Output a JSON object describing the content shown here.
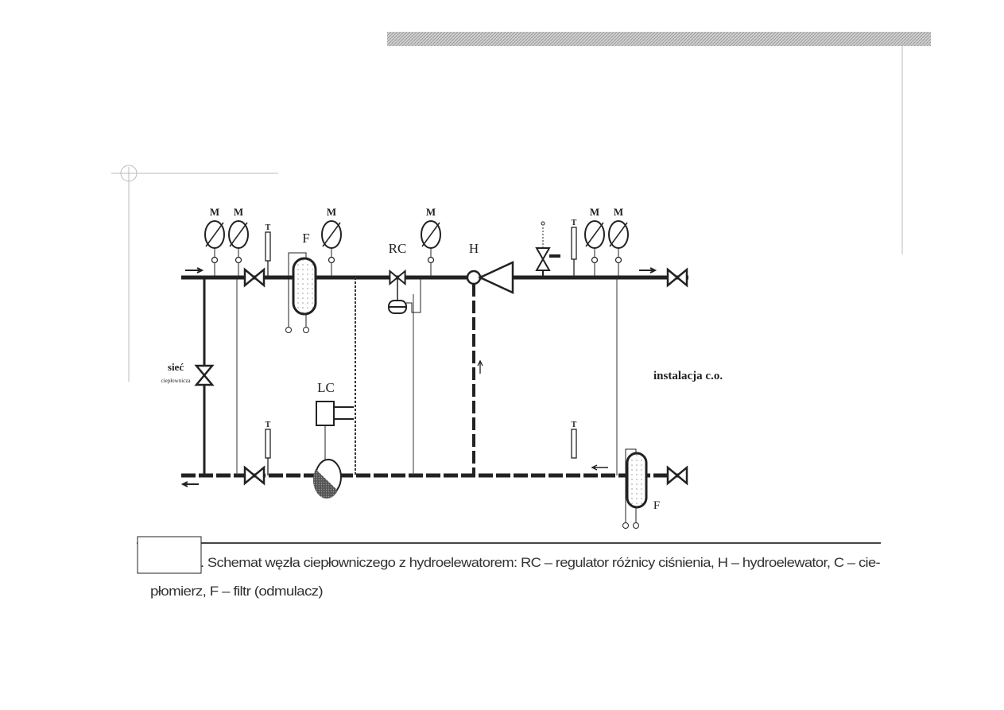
{
  "diagram": {
    "labels": {
      "gauge": "M",
      "thermometer": "T",
      "filter": "F",
      "regulator": "RC",
      "hydroelevator": "H",
      "heat_meter": "LC",
      "network_line1": "sieć",
      "network_line2": "ciepłownicza",
      "installation": "instalacja c.o."
    },
    "caption": {
      "line1": ". Schemat węzła ciepłowniczego z hydroelewatorem: RC – regulator różnicy ciśnienia, H – hydroelewator, C – cie-",
      "line2": "płomierz, F – filtr (odmulacz)"
    }
  }
}
